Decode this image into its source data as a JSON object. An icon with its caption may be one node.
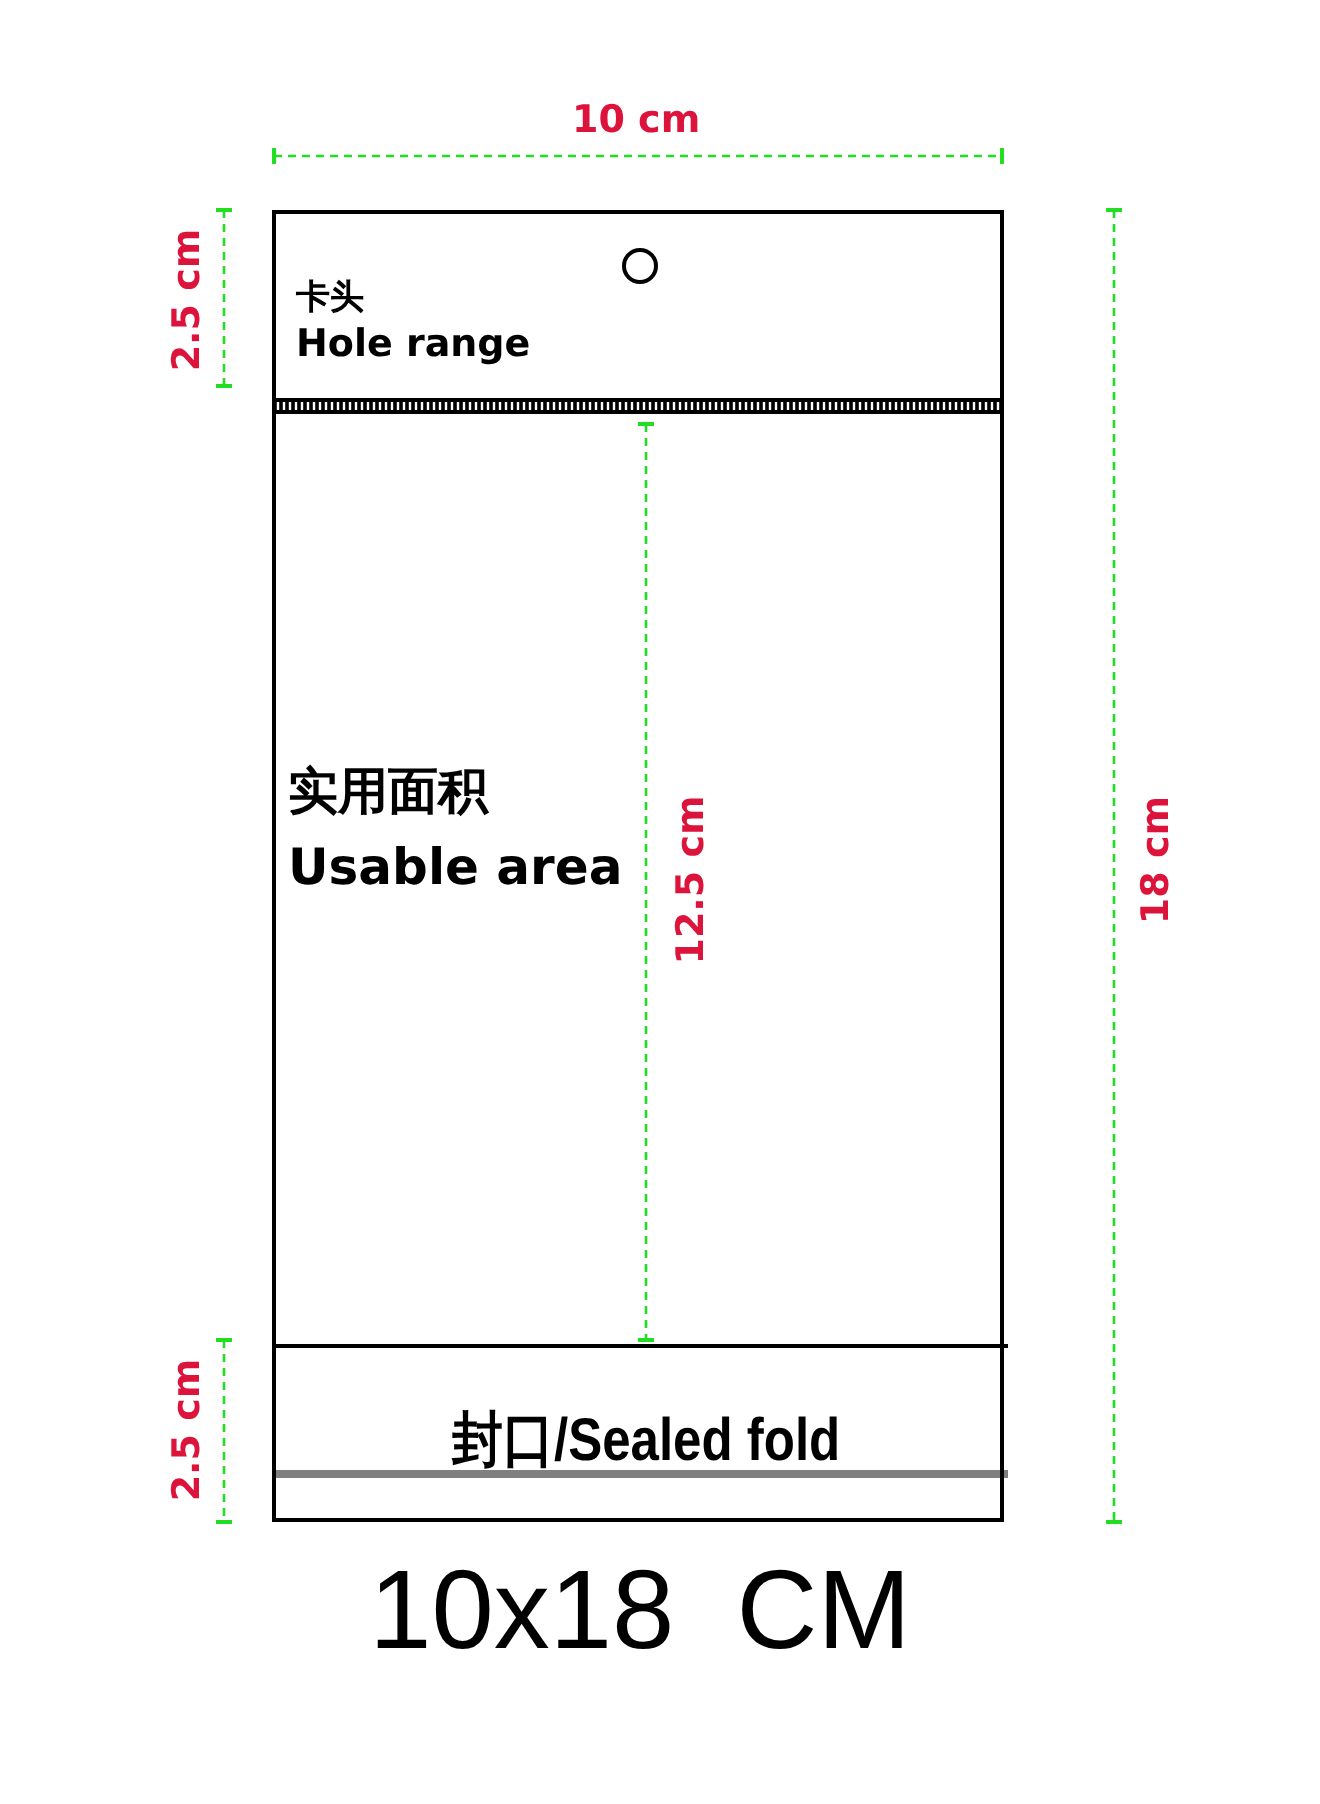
{
  "diagram": {
    "caption": "10x18  CM",
    "nodes": [
      {
        "text": [],
        "shape": "box"
      },
      {
        "text": [
          "卡头",
          "Hole range"
        ],
        "in": 0
      },
      {
        "text": [
          "实用面积",
          "Usable area"
        ],
        "in": 0
      },
      {
        "text": [
          "封口/Sealed fold"
        ],
        "in": 0
      }
    ],
    "labels": [
      "10 cm",
      "2.5 cm",
      "12.5 cm",
      "18 cm",
      "2.5 cm"
    ]
  }
}
